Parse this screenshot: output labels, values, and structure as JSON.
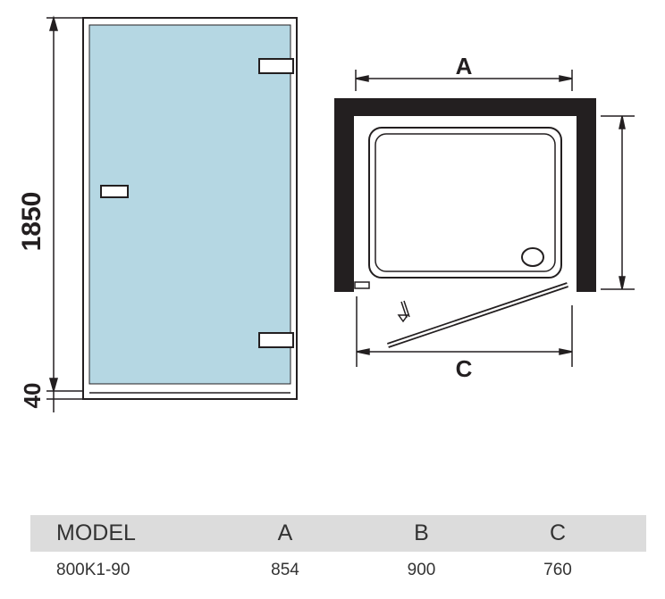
{
  "diagram": {
    "height_label": "1850",
    "base_label": "40",
    "dim_a_label": "A",
    "dim_c_label": "C"
  },
  "table": {
    "headers": [
      "MODEL",
      "A",
      "B",
      "C"
    ],
    "rows": [
      [
        "800K1-90",
        "854",
        "900",
        "760"
      ]
    ]
  },
  "colors": {
    "glass": "#b5d7e3",
    "wall": "#231f20",
    "header_bg": "#dcdcdc"
  }
}
